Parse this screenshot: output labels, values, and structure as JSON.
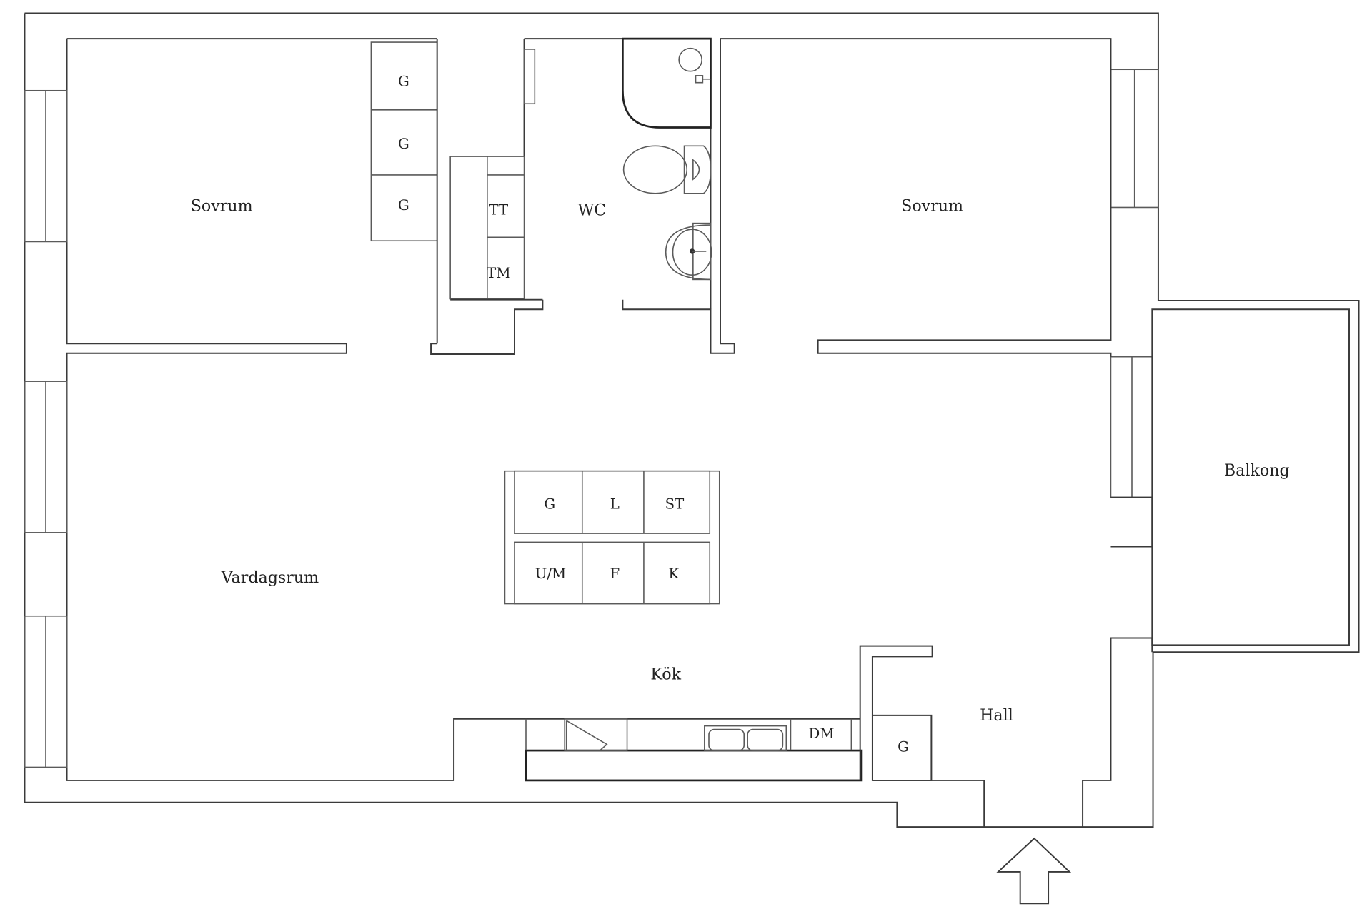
{
  "rooms": {
    "sovrum_left": "Sovrum",
    "sovrum_right": "Sovrum",
    "wc": "WC",
    "vardagsrum": "Vardagsrum",
    "kok": "Kök",
    "hall": "Hall",
    "balkong": "Balkong"
  },
  "fixtures": {
    "wardrobe_g1": "G",
    "wardrobe_g2": "G",
    "wardrobe_g3": "G",
    "tt": "TT",
    "tm": "TM",
    "kitchen_g": "G",
    "kitchen_l": "L",
    "kitchen_st": "ST",
    "kitchen_um": "U/M",
    "kitchen_f": "F",
    "kitchen_k": "K",
    "dm": "DM",
    "hall_g": "G"
  },
  "icons": {
    "entrance": "entrance-arrow-icon",
    "toilet": "toilet-icon",
    "sink": "sink-icon",
    "shower": "shower-icon",
    "kitchen_sink": "kitchen-sink-icon"
  }
}
